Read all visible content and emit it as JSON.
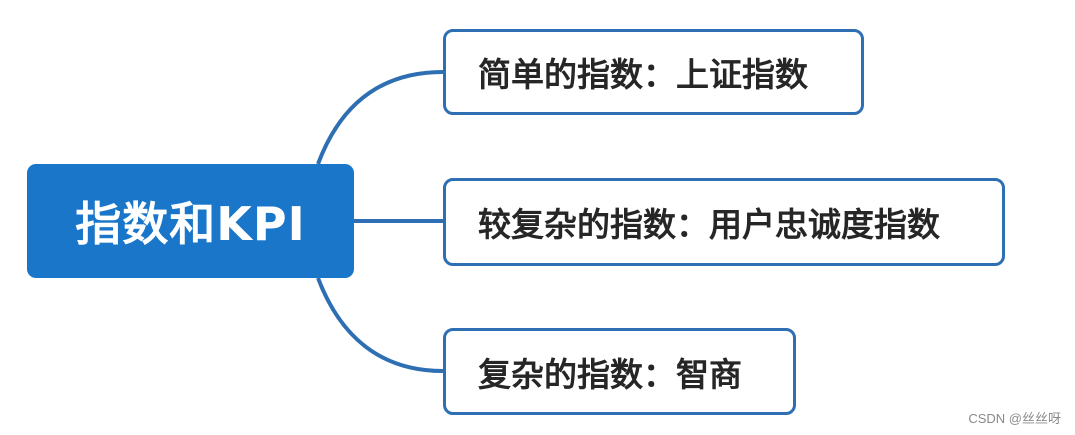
{
  "diagram": {
    "root": {
      "label": "指数和KPI",
      "color": "#1976c9"
    },
    "children": [
      {
        "label": "简单的指数：上证指数"
      },
      {
        "label": "较复杂的指数：用户忠诚度指数"
      },
      {
        "label": "复杂的指数：智商"
      }
    ],
    "connector_color": "#2e6fb3",
    "box_border_color": "#2e6fb3"
  },
  "watermark": "CSDN @丝丝呀"
}
